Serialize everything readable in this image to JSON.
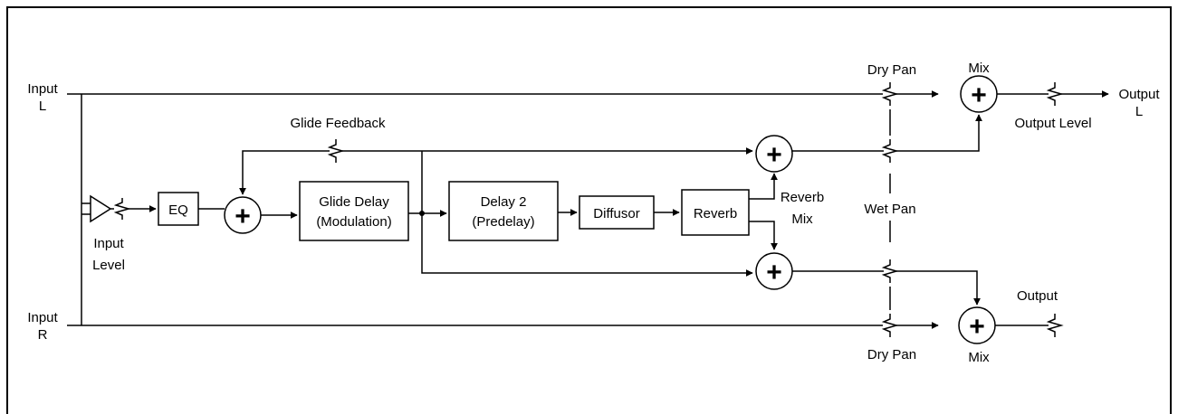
{
  "labels": {
    "input_l_1": "Input",
    "input_l_2": "L",
    "input_r_1": "Input",
    "input_r_2": "R",
    "input_level_1": "Input",
    "input_level_2": "Level",
    "glide_feedback": "Glide Feedback",
    "dry_pan_top": "Dry Pan",
    "dry_pan_bottom": "Dry Pan",
    "mix_top": "Mix",
    "mix_bottom": "Mix",
    "output_level": "Output Level",
    "output_l_1": "Output",
    "output_l_2": "L",
    "output_r_partial": "Output",
    "reverb_mix_1": "Reverb",
    "reverb_mix_2": "Mix",
    "wet_pan": "Wet Pan"
  },
  "blocks": {
    "eq": "EQ",
    "glide_delay_1": "Glide Delay",
    "glide_delay_2": "(Modulation)",
    "delay2_1": "Delay 2",
    "delay2_2": "(Predelay)",
    "diffusor": "Diffusor",
    "reverb": "Reverb"
  },
  "symbols": {
    "plus": "+"
  }
}
